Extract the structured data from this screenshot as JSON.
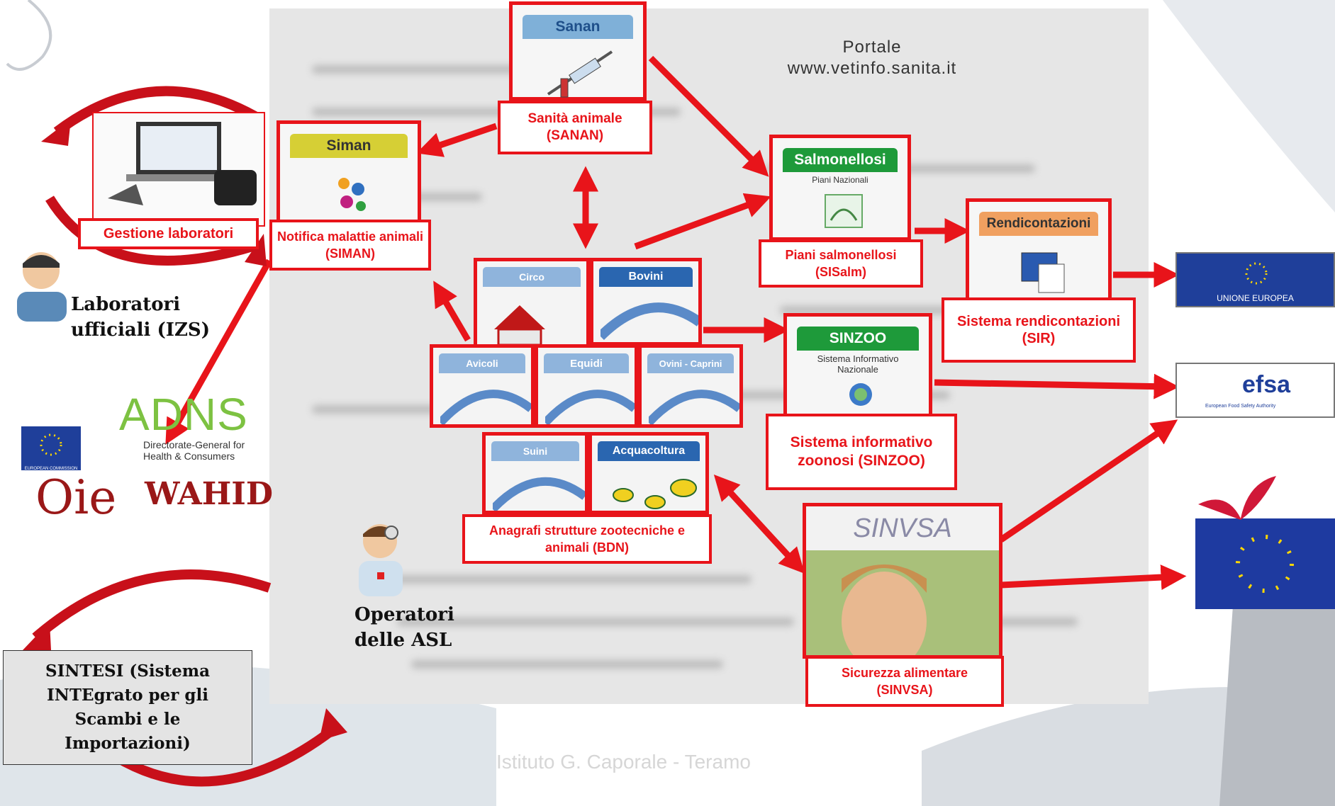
{
  "portal": {
    "line1": "Portale",
    "line2": "www.vetinfo.sanita.it"
  },
  "apps": {
    "sanan": {
      "header": "Sanan",
      "label": "Sanità animale (SANAN)",
      "color": "#1e6fb5"
    },
    "siman": {
      "header": "Siman",
      "label": "Notifica malattie animali (SIMAN)",
      "color": "#c9c11a"
    },
    "salmonellosi": {
      "header": "Salmonellosi",
      "subheader": "Piani Nazionali",
      "label": "Piani salmonellosi (SISalm)",
      "color": "#1e9a3a"
    },
    "rendicontazioni": {
      "header": "Rendicontazioni",
      "label": "Sistema rendicontazioni (SIR)",
      "color": "#e08a1a"
    },
    "sinzoo": {
      "header": "SINZOO",
      "subheader": "Sistema Informativo Nazionale",
      "label": "Sistema informativo zoonosi (SINZOO)",
      "color": "#1e9a3a"
    },
    "sinvsa": {
      "header": "SINVSA",
      "label": "Sicurezza alimentare (SINVSA)"
    },
    "gestione": {
      "label": "Gestione laboratori"
    }
  },
  "bdn": {
    "tiles": [
      "Circo",
      "Bovini",
      "Avicoli",
      "Equidi",
      "Ovini - Caprini",
      "Suini",
      "Acquacoltura"
    ],
    "label": "Anagrafi strutture zootecniche e animali (BDN)",
    "color": "#1e6fb5"
  },
  "actors": {
    "labs": "Laboratori ufficiali (IZS)",
    "operators": "Operatori delle ASL"
  },
  "logos": {
    "adns": "ADNS",
    "adns_sub1": "Directorate-General for",
    "adns_sub2": "Health & Consumers",
    "ec": "EUROPEAN COMMISSION",
    "oie": "Oie",
    "wahid": "WAHID",
    "ue": "UNIONE EUROPEA",
    "efsa": "efsa",
    "efsa_sub": "European Food Safety Authority"
  },
  "sintesi": {
    "label": "SINTESI (Sistema INTEgrato per gli Scambi e le Importazioni)"
  },
  "footer": "Istituto  G. Caporale - Teramo",
  "colors": {
    "arrow": "#e8141a",
    "box_border": "#e8141a"
  }
}
